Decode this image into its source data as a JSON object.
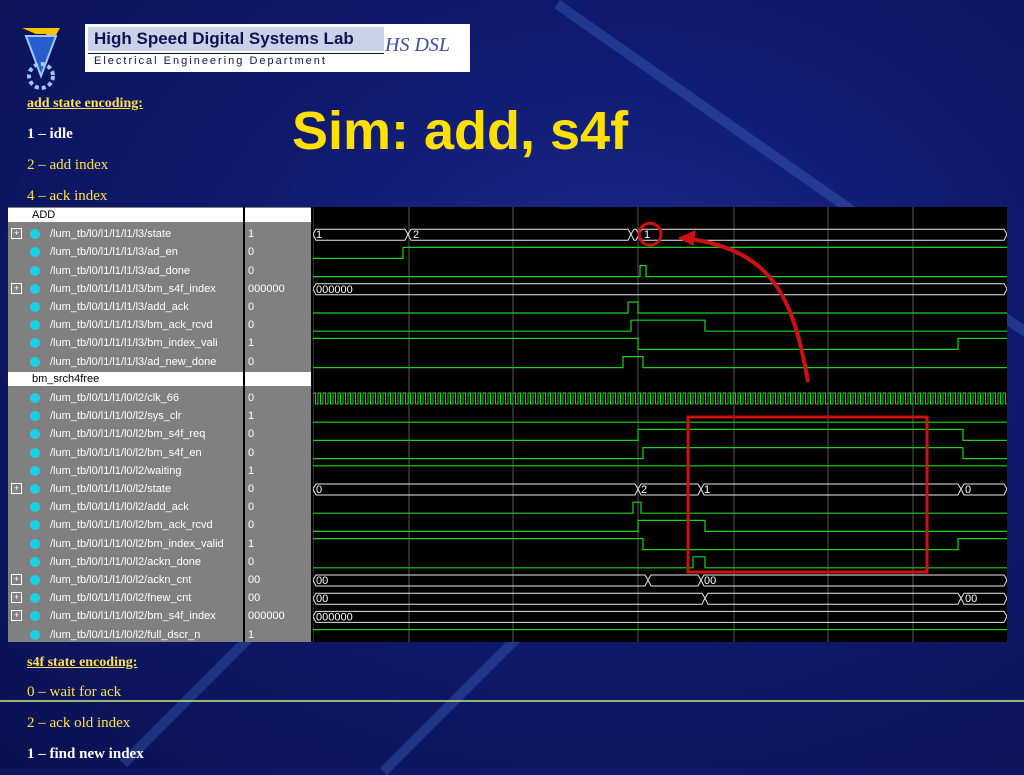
{
  "header": {
    "lab_name": "High Speed Digital Systems Lab",
    "department": "Electrical Engineering Department",
    "lab_abbrev": "HS DSL"
  },
  "title": "Sim: add, s4f",
  "add_encoding": {
    "heading": "add state encoding:",
    "items": [
      "1 – idle",
      "2 – add index",
      "4 – ack index"
    ]
  },
  "s4f_encoding": {
    "heading": "s4f state encoding:",
    "items": [
      "0 – wait for ack",
      "2 – ack old index",
      "1 – find new index"
    ]
  },
  "groups": [
    "ADD",
    "bm_srch4free"
  ],
  "signals": [
    {
      "name": "/lum_tb/l0/l1/l1/l1/l3/state",
      "value": "1",
      "bus": true
    },
    {
      "name": "/lum_tb/l0/l1/l1/l1/l3/ad_en",
      "value": "0",
      "bus": false
    },
    {
      "name": "/lum_tb/l0/l1/l1/l1/l3/ad_done",
      "value": "0",
      "bus": false
    },
    {
      "name": "/lum_tb/l0/l1/l1/l1/l3/bm_s4f_index",
      "value": "000000",
      "bus": true
    },
    {
      "name": "/lum_tb/l0/l1/l1/l1/l3/add_ack",
      "value": "0",
      "bus": false
    },
    {
      "name": "/lum_tb/l0/l1/l1/l1/l3/bm_ack_rcvd",
      "value": "0",
      "bus": false
    },
    {
      "name": "/lum_tb/l0/l1/l1/l1/l3/bm_index_vali",
      "value": "1",
      "bus": false
    },
    {
      "name": "/lum_tb/l0/l1/l1/l1/l3/ad_new_done",
      "value": "0",
      "bus": false
    },
    {
      "name": "/lum_tb/l0/l1/l1/l0/l2/clk_66",
      "value": "0",
      "bus": false
    },
    {
      "name": "/lum_tb/l0/l1/l1/l0/l2/sys_clr",
      "value": "1",
      "bus": false
    },
    {
      "name": "/lum_tb/l0/l1/l1/l0/l2/bm_s4f_req",
      "value": "0",
      "bus": false
    },
    {
      "name": "/lum_tb/l0/l1/l1/l0/l2/bm_s4f_en",
      "value": "0",
      "bus": false
    },
    {
      "name": "/lum_tb/l0/l1/l1/l0/l2/waiting",
      "value": "1",
      "bus": false
    },
    {
      "name": "/lum_tb/l0/l1/l1/l0/l2/state",
      "value": "0",
      "bus": true
    },
    {
      "name": "/lum_tb/l0/l1/l1/l0/l2/add_ack",
      "value": "0",
      "bus": false
    },
    {
      "name": "/lum_tb/l0/l1/l1/l0/l2/bm_ack_rcvd",
      "value": "0",
      "bus": false
    },
    {
      "name": "/lum_tb/l0/l1/l1/l0/l2/bm_index_valid",
      "value": "1",
      "bus": false
    },
    {
      "name": "/lum_tb/l0/l1/l1/l0/l2/ackn_done",
      "value": "0",
      "bus": false
    },
    {
      "name": "/lum_tb/l0/l1/l1/l0/l2/ackn_cnt",
      "value": "00",
      "bus": true
    },
    {
      "name": "/lum_tb/l0/l1/l1/l0/l2/fnew_cnt",
      "value": "00",
      "bus": true
    },
    {
      "name": "/lum_tb/l0/l1/l1/l0/l2/bm_s4f_index",
      "value": "000000",
      "bus": true
    },
    {
      "name": "/lum_tb/l0/l1/l1/l0/l2/full_dscr_n",
      "value": "1",
      "bus": false
    }
  ],
  "wave_labels": {
    "add_state_1": "1",
    "add_state_2": "2",
    "add_state_end": "1",
    "add_index": "000000",
    "s4f_state_0": "0",
    "s4f_state_2": "2",
    "s4f_state_1": "1",
    "s4f_state_end": "0",
    "ackn_cnt_start": "00",
    "ackn_cnt_end": "00",
    "fnew_cnt_start": "00",
    "fnew_cnt_end": "00",
    "s4f_index": "000000"
  },
  "colors": {
    "wave": "#19d419",
    "highlight": "#cc1111",
    "title": "#ffe000"
  }
}
